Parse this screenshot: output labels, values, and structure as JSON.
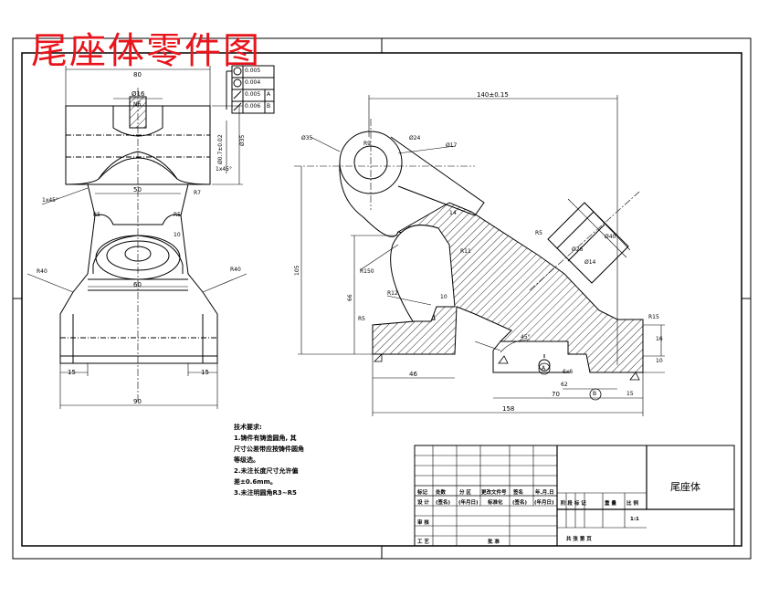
{
  "title": "尾座体零件图",
  "part_name": "尾座体",
  "tolerance_frame": [
    "0.005",
    "0.004",
    "0.005",
    "0.006"
  ],
  "datums": [
    "A",
    "B"
  ],
  "dimensions": {
    "front_top_width": "80",
    "bore_dia": "Ø16",
    "n6": "N6",
    "neck_width": "50",
    "chamfer_left": "1x45°",
    "chamfer_right": "1x45°",
    "r7": "R7",
    "r5_left": "R5",
    "r5_right": "R5",
    "w10": "10",
    "r40_left": "R40",
    "r40_right": "R40",
    "w60": "60",
    "w15_left": "15",
    "w15_right": "15",
    "base_width": "90",
    "h35": "Ø35",
    "h_bore_tol": "Ø0.7±0.02",
    "side_top_dim": "140±0.15",
    "phi35": "Ø35",
    "r9": "R9",
    "phi24": "Ø24",
    "phi17": "Ø17",
    "h105": "105",
    "h66": "66",
    "r150": "R150",
    "r11": "R11",
    "r12": "R12",
    "w10_side": "10",
    "r5_side": "R5",
    "w14": "14",
    "phi26": "Ø26",
    "phi40": "Ø40",
    "phi14": "Ø14",
    "r15": "R15",
    "h16": "16",
    "h10": "10",
    "angle45": "45°",
    "w46": "46",
    "w70": "70",
    "w62": "62",
    "w15_side": "15",
    "w158": "158",
    "size6x6": "6x6"
  },
  "tech_notes": {
    "heading": "技术要求:",
    "lines": [
      "1.铸件有铸造圆角, 其",
      "尺寸公差带应按铸件圆角",
      "等级选。",
      "2.未注长度尺寸允许偏",
      "差±0.6mm。",
      "3.未注明圆角R3~R5"
    ]
  },
  "title_block": {
    "row1": [
      "标记",
      "处数",
      "分 区",
      "更改文件号",
      "签名",
      "年.月.日"
    ],
    "row2": [
      "设 计",
      "(签名)",
      "(年月日)",
      "标准化",
      "(签名)",
      "(年月日)"
    ],
    "row3": [
      "审 核"
    ],
    "row4": [
      "工 艺",
      "批 准"
    ],
    "stage_headers": [
      "阶 段 标 记",
      "重 量",
      "比 例"
    ],
    "scale": "1:1",
    "sheets": "共   张   第   页"
  }
}
